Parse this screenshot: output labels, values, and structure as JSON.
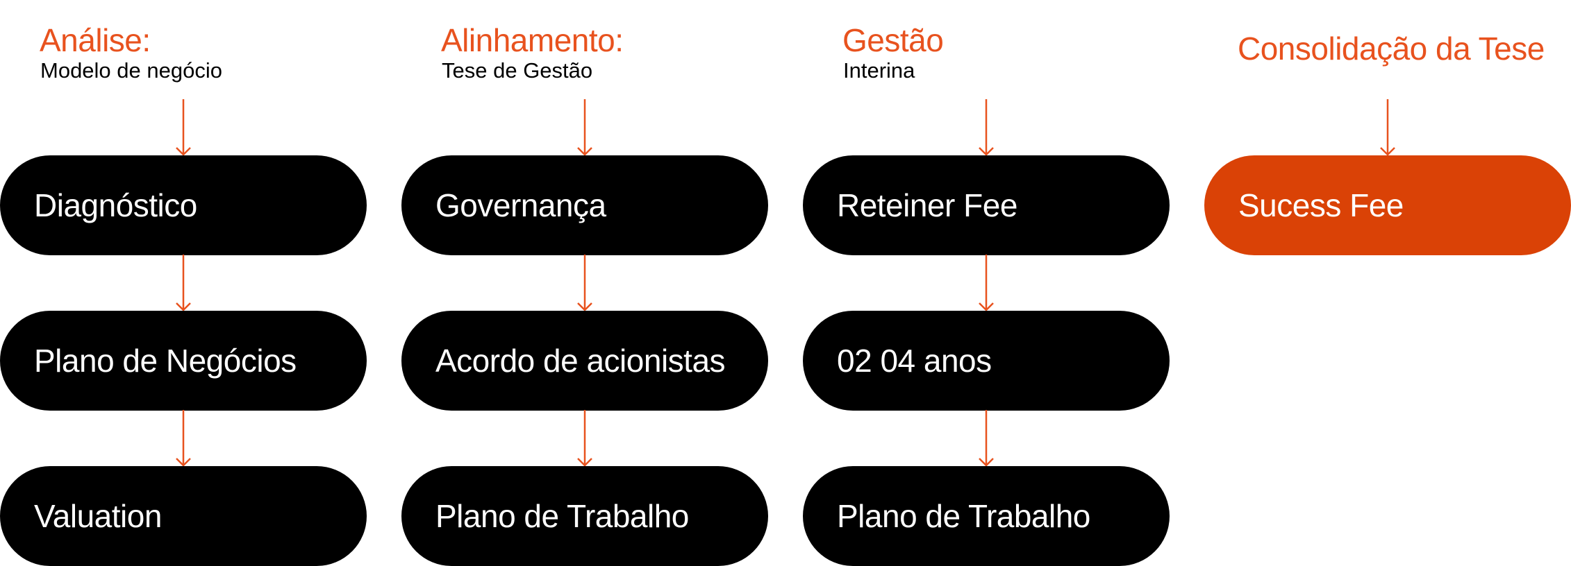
{
  "colors": {
    "accent": "#E8521E",
    "highlight_fill": "#DA4206",
    "pill_fill": "#000000",
    "pill_text": "#FFFFFF",
    "subtitle_text": "#000000"
  },
  "columns": [
    {
      "title": "Análise:",
      "subtitle": "Modelo de negócio",
      "steps": [
        "Diagnóstico",
        "Plano de Negócios",
        "Valuation"
      ]
    },
    {
      "title": "Alinhamento:",
      "subtitle": "Tese de Gestão",
      "steps": [
        "Governança",
        "Acordo de acionistas",
        "Plano de Trabalho"
      ]
    },
    {
      "title": "Gestão",
      "subtitle": "Interina",
      "steps": [
        "Reteiner Fee",
        "02 04 anos",
        "Plano de Trabalho"
      ]
    },
    {
      "title": "Consolidação da Tese",
      "steps": [
        "Sucess Fee"
      ]
    }
  ]
}
